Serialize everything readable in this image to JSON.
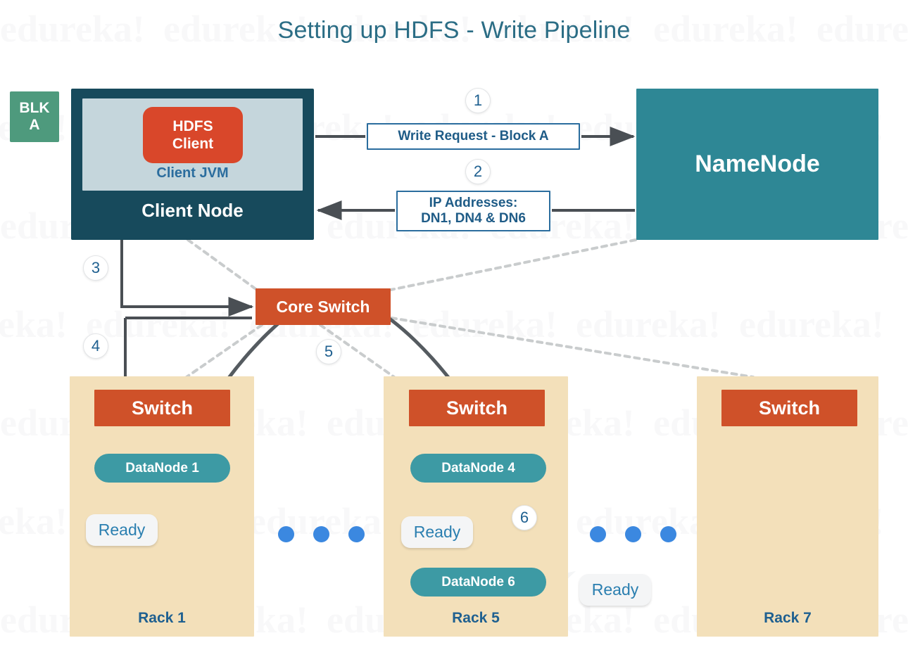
{
  "title": "Setting up HDFS - Write Pipeline",
  "colors": {
    "title": "#2b6d85",
    "client_node": "#174a5c",
    "client_jvm": "#c5d6dc",
    "hdfs_client": "#d9472a",
    "namenode": "#2e8795",
    "core_switch": "#cf5129",
    "rack_bg": "#f3e0ba",
    "rack_switch": "#cf5129",
    "datanode": "#3d9aa4",
    "block_badge": "#4e9a7d",
    "msgbox_border": "#2b6d9e",
    "step_text": "#1f6090",
    "dot": "#3b88e0",
    "arrow": "#4a4f54",
    "dashed_link": "#c9cccd"
  },
  "block_badge": {
    "line1": "BLK",
    "line2": "A"
  },
  "client_node": {
    "label": "Client Node",
    "jvm_label": "Client JVM",
    "app_line1": "HDFS",
    "app_line2": "Client"
  },
  "namenode": {
    "label": "NameNode"
  },
  "messages": {
    "write_request": "Write Request - Block A",
    "ip_addresses_line1": "IP Addresses:",
    "ip_addresses_line2": "DN1, DN4 & DN6"
  },
  "core_switch": {
    "label": "Core Switch"
  },
  "steps": [
    {
      "id": "s1",
      "number": "1"
    },
    {
      "id": "s2",
      "number": "2"
    },
    {
      "id": "s3",
      "number": "3"
    },
    {
      "id": "s4",
      "number": "4"
    },
    {
      "id": "s5",
      "number": "5"
    },
    {
      "id": "s6",
      "number": "6"
    }
  ],
  "racks": [
    {
      "name": "Rack 1",
      "switch_label": "Switch",
      "datanodes": [
        {
          "label": "DataNode 1",
          "status": "Ready"
        }
      ]
    },
    {
      "name": "Rack 5",
      "switch_label": "Switch",
      "datanodes": [
        {
          "label": "DataNode 4",
          "status": "Ready"
        },
        {
          "label": "DataNode 6",
          "status": "Ready"
        }
      ]
    },
    {
      "name": "Rack 7",
      "switch_label": "Switch",
      "datanodes": []
    }
  ],
  "status_labels": {
    "ready": "Ready"
  },
  "watermark": {
    "text": "edureka!"
  }
}
